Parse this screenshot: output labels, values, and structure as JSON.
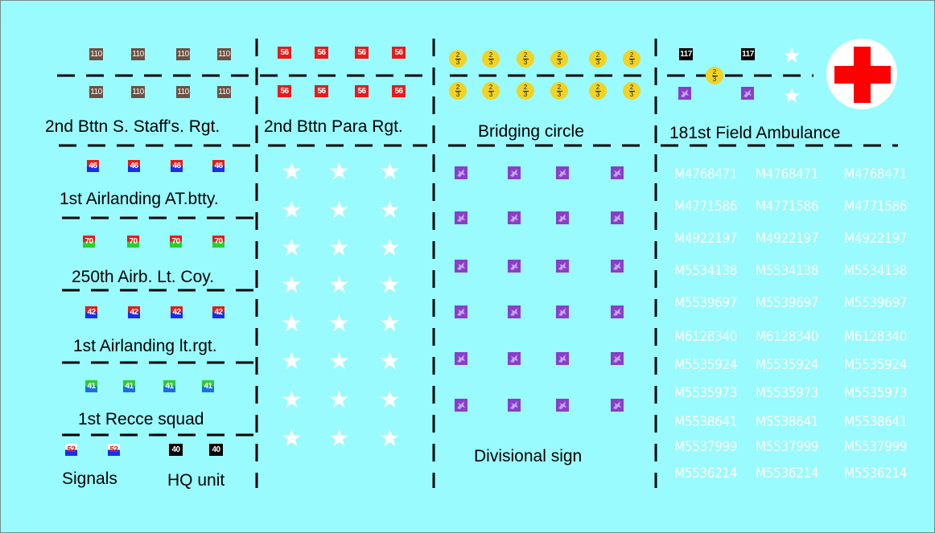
{
  "sections": {
    "staff": "2nd Bttn S. Staff's. Rgt.",
    "para": "2nd Bttn Para Rgt.",
    "bridging": "Bridging circle",
    "ambulance": "181st Field Ambulance",
    "at_btty": "1st Airlanding AT.btty.",
    "lt_coy": "250th Airb. Lt. Coy.",
    "lt_rgt": "1st Airlanding lt.rgt.",
    "recce": "1st Recce squad",
    "signals": "Signals",
    "hq": "HQ unit",
    "divisional": "Divisional sign"
  },
  "markings": {
    "staff_number": "110",
    "para_number": "56",
    "at_btty_number": "46",
    "lt_coy_number": "70",
    "lt_rgt_number": "42",
    "recce_number": "41",
    "signals_number": "52",
    "hq_number": "40",
    "ambulance_number": "117",
    "bridging_top": "2",
    "bridging_bottom": "3"
  },
  "serials": [
    "M4768471",
    "M4771586",
    "M4922197",
    "M5534138",
    "M5539697",
    "M6128340",
    "M5535924",
    "M5535973",
    "M5538641",
    "M5537999",
    "M5536214"
  ],
  "colors": {
    "background": "#99fbfe",
    "staff_badge": "#6e5042",
    "para_badge": "#e81a1a",
    "at_btty": [
      "#e81a1a",
      "#1a2ee8"
    ],
    "lt_coy": [
      "#e81a1a",
      "#2ecc2e"
    ],
    "lt_rgt": [
      "#e81a1a",
      "#1a2ee8"
    ],
    "recce": [
      "#2ecc2e",
      "#1a6ee8"
    ],
    "signals": [
      "#ffffff",
      "#1a2ee8"
    ],
    "hq": "#000000",
    "bridging_circle": "#f2d322",
    "divisional_sign": "#8a3ec8",
    "red_cross": "#ff0000"
  },
  "icons": {
    "divisional": "pegasus-icon",
    "star": "white-star-icon",
    "cross": "red-cross-icon"
  }
}
